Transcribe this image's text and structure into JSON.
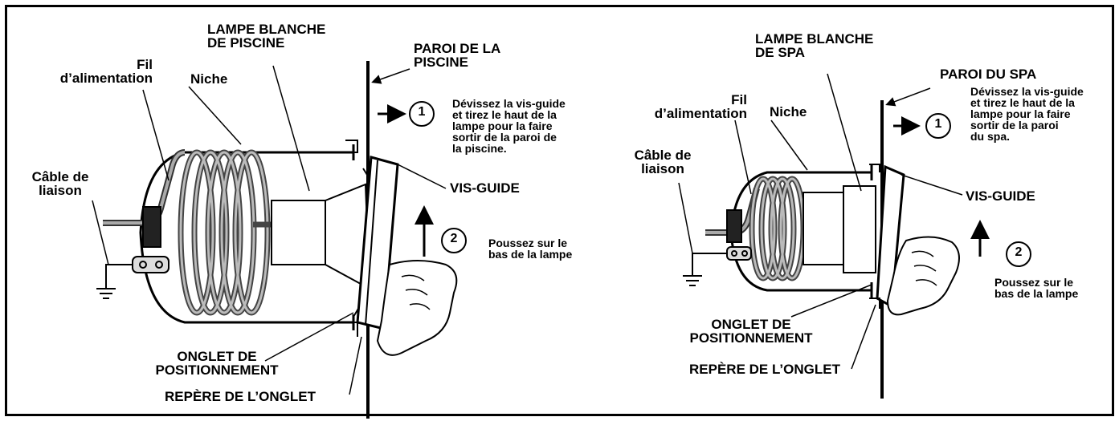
{
  "pool": {
    "lamp_title": "LAMPE BLANCHE\nDE PISCINE",
    "wall": "PAROI DE LA\nPISCINE",
    "power_cord": "Fil\nd’alimentation",
    "niche": "Niche",
    "bond_cable": "Câble de\nliaison",
    "step1_number": "1",
    "step1_text": "Dévissez la vis-guide\net tirez le haut de la\nlampe pour la faire\nsortir de la paroi de\nla piscine.",
    "pilot_screw": "VIS-GUIDE",
    "step2_number": "2",
    "step2_text": "Poussez sur le\nbas de la lampe",
    "locating_tab": "ONGLET DE\nPOSITIONNEMENT",
    "tab_mark": "REPÈRE DE L’ONGLET"
  },
  "spa": {
    "lamp_title": "LAMPE BLANCHE\nDE SPA",
    "wall": "PAROI DU SPA",
    "power_cord": "Fil\nd’alimentation",
    "niche": "Niche",
    "bond_cable": "Câble de\nliaison",
    "step1_number": "1",
    "step1_text": "Dévissez la vis-guide\net tirez le haut de la\nlampe pour la faire\nsortir de la paroi\ndu spa.",
    "pilot_screw": "VIS-GUIDE",
    "step2_number": "2",
    "step2_text": "Poussez sur le\nbas de la lampe",
    "locating_tab": "ONGLET DE\nPOSITIONNEMENT",
    "tab_mark": "REPÈRE DE L’ONGLET"
  }
}
